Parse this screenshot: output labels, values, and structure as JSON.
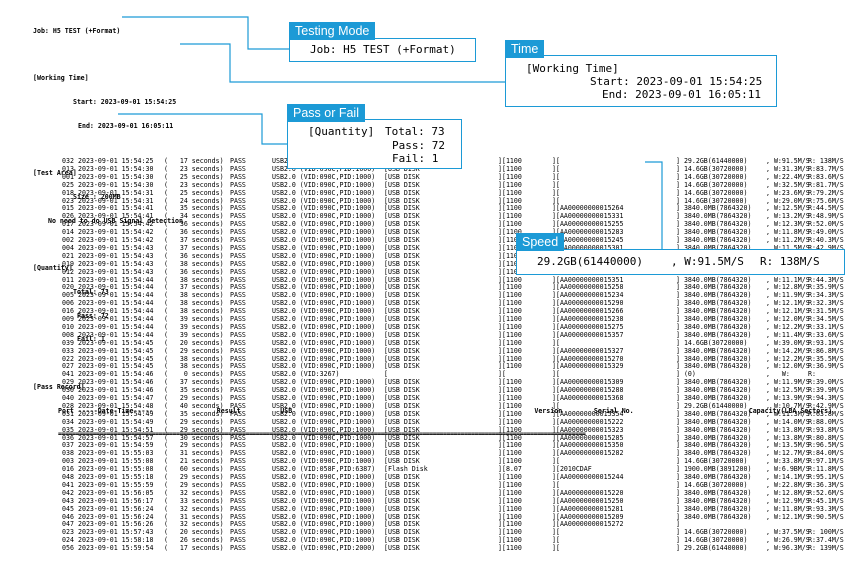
{
  "report": {
    "job": "Job: H5 TEST (+Format)",
    "working_time_header": "[Working Time]",
    "start": "Start: 2023-09-01 15:54:25",
    "end": "End: 2023-09-01 16:05:11",
    "test_area_header": "[Test Area]",
    "size": "Size : 200MB",
    "usb_detection": "No need to do USB Signal detection",
    "quantity_header": "[Quantity]",
    "total": "Total: 73",
    "pass": "Pass: 72",
    "fail": "Fail: 1",
    "pass_record_header": "[Pass Record]",
    "column_header": "Port -----Date-Time-----                Result          USB                                                             Version        Serial No.                             Capacity(LBA Sectors)"
  },
  "records": [
    [
      "032",
      "2023-09-01 15:54:25",
      "(   17 seconds)",
      "PASS",
      "USB2.0 (VID:090C,PID:1000)",
      "[USB DISK",
      "][1100",
      "][",
      "] 29.2GB(61440000)",
      ", W:91.5M/S",
      "R: 138M/S"
    ],
    [
      "013",
      "2023-09-01 15:54:30",
      "(   23 seconds)",
      "PASS",
      "USB2.0 (VID:090C,PID:1000)",
      "[USB DISK",
      "][1100",
      "][",
      "] 14.6GB(30720000)",
      ", W:31.3M/S",
      "R:83.7M/S"
    ],
    [
      "001",
      "2023-09-01 15:54:30",
      "(   25 seconds)",
      "PASS",
      "USB2.0 (VID:090C,PID:1000)",
      "[USB DISK",
      "][1100",
      "][",
      "] 14.6GB(30720000)",
      ", W:22.4M/S",
      "R:83.6M/S"
    ],
    [
      "025",
      "2023-09-01 15:54:30",
      "(   23 seconds)",
      "PASS",
      "USB2.0 (VID:090C,PID:1000)",
      "[USB DISK",
      "][1100",
      "][",
      "] 14.6GB(30720000)",
      ", W:32.5M/S",
      "R:81.7M/S"
    ],
    [
      "018",
      "2023-09-01 15:54:31",
      "(   25 seconds)",
      "PASS",
      "USB2.0 (VID:090C,PID:1000)",
      "[USB DISK",
      "][1100",
      "][",
      "] 14.6GB(30720000)",
      ", W:23.6M/S",
      "R:79.2M/S"
    ],
    [
      "023",
      "2023-09-01 15:54:31",
      "(   24 seconds)",
      "PASS",
      "USB2.0 (VID:090C,PID:1000)",
      "[USB DISK",
      "][1100",
      "][",
      "] 14.6GB(30720000)",
      ", W:29.0M/S",
      "R:75.6M/S"
    ],
    [
      "015",
      "2023-09-01 15:54:41",
      "(   35 seconds)",
      "PASS",
      "USB2.0 (VID:090C,PID:1000)",
      "[USB DISK",
      "][1100",
      "][AA00000000015264",
      "] 3840.0MB(7864320)",
      ", W:12.5M/S",
      "R:44.5M/S"
    ],
    [
      "026",
      "2023-09-01 15:54:41",
      "(   34 seconds)",
      "PASS",
      "USB2.0 (VID:090C,PID:1000)",
      "[USB DISK",
      "][1100",
      "][AA00000000015331",
      "] 3840.0MB(7864320)",
      ", W:13.2M/S",
      "R:48.9M/S"
    ],
    [
      "017",
      "2023-09-01 15:54:42",
      "(   36 seconds)",
      "PASS",
      "USB2.0 (VID:090C,PID:1000)",
      "[USB DISK",
      "][1100",
      "][AA00000000015255",
      "] 3840.0MB(7864320)",
      ", W:12.3M/S",
      "R:52.0M/S"
    ],
    [
      "014",
      "2023-09-01 15:54:42",
      "(   36 seconds)",
      "PASS",
      "USB2.0 (VID:090C,PID:1000)",
      "[USB DISK",
      "][1100",
      "][AA00000000015283",
      "] 3840.0MB(7864320)",
      ", W:11.8M/S",
      "R:49.0M/S"
    ],
    [
      "002",
      "2023-09-01 15:54:42",
      "(   37 seconds)",
      "PASS",
      "USB2.0 (VID:090C,PID:1000)",
      "[USB DISK",
      "][1100",
      "][AA00000000015245",
      "] 3840.0MB(7864320)",
      ", W:11.2M/S",
      "R:40.3M/S"
    ],
    [
      "004",
      "2023-09-01 15:54:43",
      "(   37 seconds)",
      "PASS",
      "USB2.0 (VID:090C,PID:1000)",
      "[USB DISK",
      "][1100",
      "][AA00000000015301",
      "] 3840.0MB(7864320)",
      ", W:11.5M/S",
      "R:42.9M/S"
    ],
    [
      "021",
      "2023-09-01 15:54:43",
      "(   36 seconds)",
      "PASS",
      "USB2.0 (VID:090C,PID:1000)",
      "[USB DISK",
      "][1100",
      "][AA00000000015226",
      "] 3840.0MB(7864320)",
      ", W:12.2M/S",
      "R:35.5M/S"
    ],
    [
      "019",
      "2023-09-01 15:54:43",
      "(   38 seconds)",
      "PASS",
      "USB2.0 (VID:090C,PID:1000)",
      "[USB DISK",
      "][1100",
      "][AA00000000015237",
      "] 3840.0MB(7864320)",
      ", W:11.6M/S",
      "R:37.9M/S"
    ],
    [
      "012",
      "2023-09-01 15:54:43",
      "(   36 seconds)",
      "PASS",
      "USB2.0 (VID:090C,PID:1000)",
      "[USB DISK",
      "][1100",
      "][AA00000000015349",
      "] 3840.0MB(7864320)",
      ", W:12.0M/S",
      "R:42.3M/S"
    ],
    [
      "011",
      "2023-09-01 15:54:44",
      "(   38 seconds)",
      "PASS",
      "USB2.0 (VID:090C,PID:1000)",
      "[USB DISK",
      "][1100",
      "][AA00000000015351",
      "] 3840.0MB(7864320)",
      ", W:11.1M/S",
      "R:44.3M/S"
    ],
    [
      "020",
      "2023-09-01 15:54:44",
      "(   37 seconds)",
      "PASS",
      "USB2.0 (VID:090C,PID:1000)",
      "[USB DISK",
      "][1100",
      "][AA00000000015258",
      "] 3840.0MB(7864320)",
      ", W:12.8M/S",
      "R:35.9M/S"
    ],
    [
      "005",
      "2023-09-01 15:54:44",
      "(   38 seconds)",
      "PASS",
      "USB2.0 (VID:090C,PID:1000)",
      "[USB DISK",
      "][1100",
      "][AA00000000015234",
      "] 3840.0MB(7864320)",
      ", W:11.9M/S",
      "R:34.3M/S"
    ],
    [
      "006",
      "2023-09-01 15:54:44",
      "(   38 seconds)",
      "PASS",
      "USB2.0 (VID:090C,PID:1000)",
      "[USB DISK",
      "][1100",
      "][AA00000000015290",
      "] 3840.0MB(7864320)",
      ", W:12.1M/S",
      "R:32.3M/S"
    ],
    [
      "016",
      "2023-09-01 15:54:44",
      "(   38 seconds)",
      "PASS",
      "USB2.0 (VID:090C,PID:1000)",
      "[USB DISK",
      "][1100",
      "][AA00000000015266",
      "] 3840.0MB(7864320)",
      ", W:12.1M/S",
      "R:31.5M/S"
    ],
    [
      "009",
      "2023-09-01 15:54:44",
      "(   39 seconds)",
      "PASS",
      "USB2.0 (VID:090C,PID:1000)",
      "[USB DISK",
      "][1100",
      "][AA00000000015238",
      "] 3840.0MB(7864320)",
      ", W:12.0M/S",
      "R:34.5M/S"
    ],
    [
      "010",
      "2023-09-01 15:54:44",
      "(   39 seconds)",
      "PASS",
      "USB2.0 (VID:090C,PID:1000)",
      "[USB DISK",
      "][1100",
      "][AA00000000015275",
      "] 3840.0MB(7864320)",
      ", W:12.2M/S",
      "R:33.1M/S"
    ],
    [
      "008",
      "2023-09-01 15:54:44",
      "(   39 seconds)",
      "PASS",
      "USB2.0 (VID:090C,PID:1000)",
      "[USB DISK",
      "][1100",
      "][AA00000000015357",
      "] 3840.0MB(7864320)",
      ", W:11.4M/S",
      "R:33.6M/S"
    ],
    [
      "039",
      "2023-09-01 15:54:45",
      "(   20 seconds)",
      "PASS",
      "USB2.0 (VID:090C,PID:1000)",
      "[USB DISK",
      "][1100",
      "][",
      "] 14.6GB(30720000)",
      ", W:39.0M/S",
      "R:93.1M/S"
    ],
    [
      "033",
      "2023-09-01 15:54:45",
      "(   29 seconds)",
      "PASS",
      "USB2.0 (VID:090C,PID:1000)",
      "[USB DISK",
      "][1100",
      "][AA00000000015327",
      "] 3840.0MB(7864320)",
      ", W:14.2M/S",
      "R:86.8M/S"
    ],
    [
      "022",
      "2023-09-01 15:54:45",
      "(   38 seconds)",
      "PASS",
      "USB2.0 (VID:090C,PID:1000)",
      "[USB DISK",
      "][1100",
      "][AA00000000015270",
      "] 3840.0MB(7864320)",
      ", W:12.2M/S",
      "R:35.5M/S"
    ],
    [
      "027",
      "2023-09-01 15:54:45",
      "(   38 seconds)",
      "PASS",
      "USB2.0 (VID:090C,PID:1000)",
      "[USB DISK",
      "][1100",
      "][AA00000000015329",
      "] 3840.0MB(7864320)",
      ", W:12.0M/S",
      "R:36.9M/S"
    ],
    [
      "041",
      "2023-09-01 15:54:46",
      "(    0 seconds)",
      "PASS",
      "USB2.0 (VID:3267)",
      "[",
      "][",
      "][",
      "] (0)",
      ",   W:",
      "R:"
    ],
    [
      "029",
      "2023-09-01 15:54:46",
      "(   37 seconds)",
      "PASS",
      "USB2.0 (VID:090C,PID:1000)",
      "[USB DISK",
      "][1100",
      "][AA00000000015309",
      "] 3840.0MB(7864320)",
      ", W:11.9M/S",
      "R:39.0M/S"
    ],
    [
      "030",
      "2023-09-01 15:54:46",
      "(   35 seconds)",
      "PASS",
      "USB2.0 (VID:090C,PID:1000)",
      "[USB DISK",
      "][1100",
      "][AA00000000015288",
      "] 3840.0MB(7864320)",
      ", W:12.5M/S",
      "R:39.9M/S"
    ],
    [
      "040",
      "2023-09-01 15:54:47",
      "(   29 seconds)",
      "PASS",
      "USB2.0 (VID:090C,PID:1000)",
      "[USB DISK",
      "][1100",
      "][AA00000000015368",
      "] 3840.0MB(7864320)",
      ", W:13.9M/S",
      "R:94.3M/S"
    ],
    [
      "028",
      "2023-09-01 15:54:48",
      "(   40 seconds)",
      "PASS",
      "USB2.0 (VID:090C,PID:1000)",
      "[USB DISK",
      "][1100",
      "][",
      "] 29.2GB(61440000)",
      ", W:10.7M/S",
      "R:42.9M/S"
    ],
    [
      "031",
      "2023-09-01 15:54:49",
      "(   35 seconds)",
      "PASS",
      "USB2.0 (VID:090C,PID:1000)",
      "[USB DISK",
      "][1100",
      "][AA00000000015354",
      "] 3840.0MB(7864320)",
      ", W:11.3M/S",
      "R:63.8M/S"
    ],
    [
      "034",
      "2023-09-01 15:54:49",
      "(   29 seconds)",
      "PASS",
      "USB2.0 (VID:090C,PID:1000)",
      "[USB DISK",
      "][1100",
      "][AA00000000015222",
      "] 3840.0MB(7864320)",
      ", W:14.0M/S",
      "R:88.0M/S"
    ],
    [
      "035",
      "2023-09-01 15:54:51",
      "(   29 seconds)",
      "PASS",
      "USB2.0 (VID:090C,PID:1000)",
      "[USB DISK",
      "][1100",
      "][AA00000000015323",
      "] 3840.0MB(7864320)",
      ", W:13.8M/S",
      "R:93.8M/S"
    ],
    [
      "036",
      "2023-09-01 15:54:57",
      "(   30 seconds)",
      "PASS",
      "USB2.0 (VID:090C,PID:1000)",
      "[USB DISK",
      "][1100",
      "][AA00000000015285",
      "] 3840.0MB(7864320)",
      ", W:13.8M/S",
      "R:80.8M/S"
    ],
    [
      "037",
      "2023-09-01 15:54:59",
      "(   29 seconds)",
      "PASS",
      "USB2.0 (VID:090C,PID:1000)",
      "[USB DISK",
      "][1100",
      "][AA00000000015350",
      "] 3840.0MB(7864320)",
      ", W:13.5M/S",
      "R:96.5M/S"
    ],
    [
      "038",
      "2023-09-01 15:55:03",
      "(   31 seconds)",
      "PASS",
      "USB2.0 (VID:090C,PID:1000)",
      "[USB DISK",
      "][1100",
      "][AA00000000015282",
      "] 3840.0MB(7864320)",
      ", W:12.7M/S",
      "R:84.0M/S"
    ],
    [
      "003",
      "2023-09-01 15:55:08",
      "(   21 seconds)",
      "PASS",
      "USB2.0 (VID:090C,PID:1000)",
      "[USB DISK",
      "][1100",
      "][",
      "] 14.6GB(30720000)",
      ", W:33.8M/S",
      "R:97.1M/S"
    ],
    [
      "016",
      "2023-09-01 15:55:08",
      "(   60 seconds)",
      "PASS",
      "USB2.0 (VID:058F,PID:6387)",
      "[Flash Disk",
      "][8.07",
      "][2010CDAF",
      "] 1900.0MB(3891200)",
      ", W:6.9BM/S",
      "R:11.8M/S"
    ],
    [
      "048",
      "2023-09-01 15:55:18",
      "(   29 seconds)",
      "PASS",
      "USB2.0 (VID:090C,PID:1000)",
      "[USB DISK",
      "][1100",
      "][AA00000000015244",
      "] 3840.0MB(7864320)",
      ", W:14.1M/S",
      "R:95.1M/S"
    ],
    [
      "041",
      "2023-09-01 15:55:59",
      "(   29 seconds)",
      "PASS",
      "USB2.0 (VID:090C,PID:1000)",
      "[USB DISK",
      "][1100",
      "][",
      "] 14.6GB(30720000)",
      ", W:22.8M/S",
      "R:36.3M/S"
    ],
    [
      "042",
      "2023-09-01 15:56:05",
      "(   32 seconds)",
      "PASS",
      "USB2.0 (VID:090C,PID:1000)",
      "[USB DISK",
      "][1100",
      "][AA00000000015220",
      "] 3840.0MB(7864320)",
      ", W:12.8M/S",
      "R:52.6M/S"
    ],
    [
      "043",
      "2023-09-01 15:56:17",
      "(   33 seconds)",
      "PASS",
      "USB2.0 (VID:090C,PID:1000)",
      "[USB DISK",
      "][1100",
      "][AA00000000015250",
      "] 3840.0MB(7864320)",
      ", W:12.9M/S",
      "R:45.1M/S"
    ],
    [
      "045",
      "2023-09-01 15:56:24",
      "(   32 seconds)",
      "PASS",
      "USB2.0 (VID:090C,PID:1000)",
      "[USB DISK",
      "][1100",
      "][AA00000000015281",
      "] 3840.0MB(7864320)",
      ", W:11.8M/S",
      "R:93.3M/S"
    ],
    [
      "046",
      "2023-09-01 15:56:24",
      "(   31 seconds)",
      "PASS",
      "USB2.0 (VID:090C,PID:1000)",
      "[USB DISK",
      "][1100",
      "][AA00000000015209",
      "] 3840.0MB(7864320)",
      ", W:12.1M/S",
      "R:90.5M/S"
    ],
    [
      "047",
      "2023-09-01 15:56:26",
      "(   32 seconds)",
      "PASS",
      "USB2.0 (VID:090C,PID:1000)",
      "[USB DISK",
      "][1100",
      "][AA00000000015272",
      "]",
      "",
      ""
    ],
    [
      "023",
      "2023-09-01 15:57:43",
      "(   20 seconds)",
      "PASS",
      "USB2.0 (VID:090C,PID:1000)",
      "[USB DISK",
      "][1100",
      "][",
      "] 14.6GB(30720000)",
      ", W:37.5M/S",
      "R: 100M/S"
    ],
    [
      "024",
      "2023-09-01 15:58:18",
      "(   26 seconds)",
      "PASS",
      "USB2.0 (VID:090C,PID:1000)",
      "[USB DISK",
      "][1100",
      "][",
      "] 14.6GB(30720000)",
      ", W:26.9M/S",
      "R:37.4M/S"
    ],
    [
      "056",
      "2023-09-01 15:59:54",
      "(   17 seconds)",
      "PASS",
      "USB2.0 (VID:090C,PID:2000)",
      "[USB DISK",
      "][1100",
      "][",
      "] 29.2GB(61440000)",
      ", W:96.3M/S",
      "R: 139M/S"
    ]
  ],
  "callouts": {
    "testing_mode": {
      "tag": "Testing Mode",
      "text": "Job: H5 TEST (+Format)"
    },
    "time": {
      "tag": "Time",
      "header": "[Working Time]",
      "start": "Start: 2023-09-01 15:54:25",
      "end": "End: 2023-09-01 16:05:11"
    },
    "pass_or_fail": {
      "tag": "Pass or Fail",
      "header": "[Quantity]",
      "total": "Total: 73",
      "pass": "Pass: 72",
      "fail": "Fail: 1"
    },
    "speed": {
      "tag": "Speed",
      "capacity": "29.2GB(61440000)",
      "write": ", W:91.5M/S",
      "read": "R:  138M/S"
    }
  },
  "colors": {
    "accent": "#1c9ad6",
    "background": "#ffffff",
    "text": "#000000"
  }
}
